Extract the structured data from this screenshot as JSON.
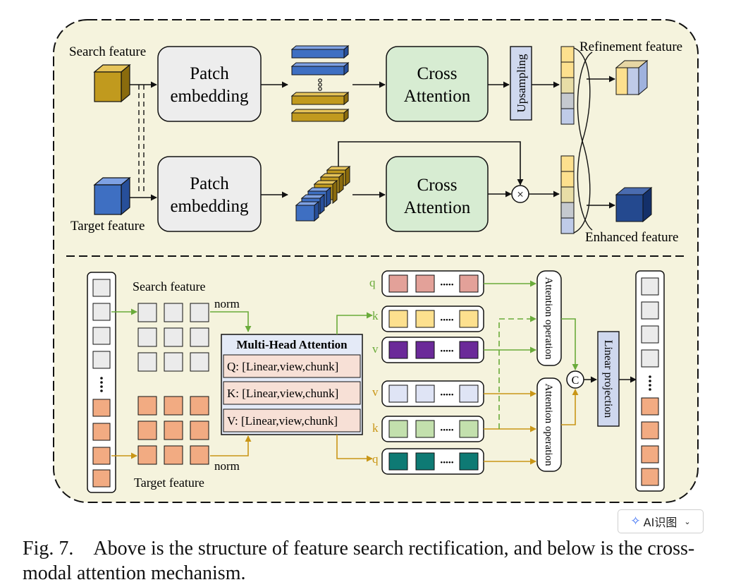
{
  "diagram": {
    "top": {
      "search_feature": "Search feature",
      "target_feature": "Target feature",
      "patch_embedding_1": [
        "Patch",
        "embedding"
      ],
      "patch_embedding_2": [
        "Patch",
        "embedding"
      ],
      "cross_attention_1": [
        "Cross",
        "Attention"
      ],
      "cross_attention_2": [
        "Cross",
        "Attention"
      ],
      "upsampling": "Upsampling",
      "multiply_symbol": "×",
      "refinement_feature": "Refinement feature",
      "enhanced_feature": "Enhanced feature"
    },
    "bottom": {
      "search_feature": "Search feature",
      "target_feature": "Target feature",
      "norm_top": "norm",
      "norm_bottom": "norm",
      "mha_title": "Multi-Head Attention",
      "mha_rows": [
        "Q: [Linear,view,chunk]",
        "K: [Linear,view,chunk]",
        "V: [Linear,view,chunk]"
      ],
      "q_label_1": "q",
      "k_label_1": "k",
      "v_label_1": "v",
      "v_label_2": "v",
      "k_label_2": "k",
      "q_label_2": "q",
      "ellipsis": "•••••",
      "attention_op_1": "Attention operation",
      "attention_op_2": "Attention operation",
      "concat_symbol": "C",
      "linear_projection": "Linear projection"
    },
    "colors": {
      "panel_bg": "#f5f3dd",
      "search_cube": "#c19a1e",
      "target_cube": "#3e6fc2",
      "patch_box": "#ededed",
      "cross_box": "#d7ecd2",
      "upsampling": "#cfd8ee",
      "token_gray": "#ebebeb",
      "token_orange": "#f2ab82",
      "q1_color": "#e3a199",
      "k1_color": "#fde08e",
      "v1_color": "#6b2a99",
      "v2_color": "#dfe4f5",
      "k2_color": "#c3e0ad",
      "q2_color": "#0e7a74",
      "green_arrow": "#6aab3a",
      "gold_arrow": "#c99616",
      "mha_bg": "#f7e0d6"
    }
  },
  "footer": {
    "ai_button": "AI识图",
    "ai_icon": "sparkle-icon",
    "chevron_icon": "chevron-down-icon",
    "caption_label": "Fig. 7.",
    "caption_text": "Above is the structure of feature search rectification, and below is the cross-modal attention mechanism."
  }
}
